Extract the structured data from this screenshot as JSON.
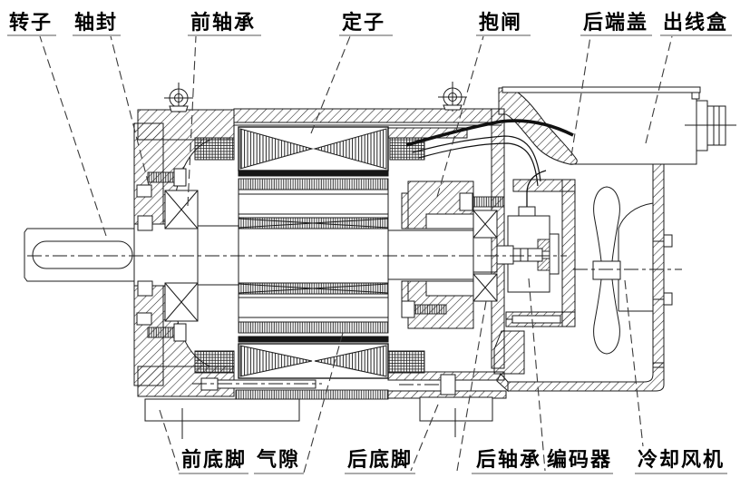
{
  "diagram": {
    "kind": "motor-cross-section",
    "colors": {
      "line": "#1b1b1b",
      "label_text": "#000000",
      "underline": "#8f8f8f",
      "background": "#ffffff",
      "solid_band": "#161616"
    }
  },
  "labels": {
    "top": [
      {
        "text": "转子"
      },
      {
        "text": "轴封"
      },
      {
        "text": "前轴承"
      },
      {
        "text": "定子"
      },
      {
        "text": "抱闸"
      },
      {
        "text": "后端盖"
      },
      {
        "text": "出线盒"
      }
    ],
    "bottom": [
      {
        "text": "前底脚"
      },
      {
        "text": "气隙"
      },
      {
        "text": "后底脚"
      },
      {
        "text": "后轴承"
      },
      {
        "text": "编码器"
      },
      {
        "text": "冷却风机"
      }
    ]
  }
}
